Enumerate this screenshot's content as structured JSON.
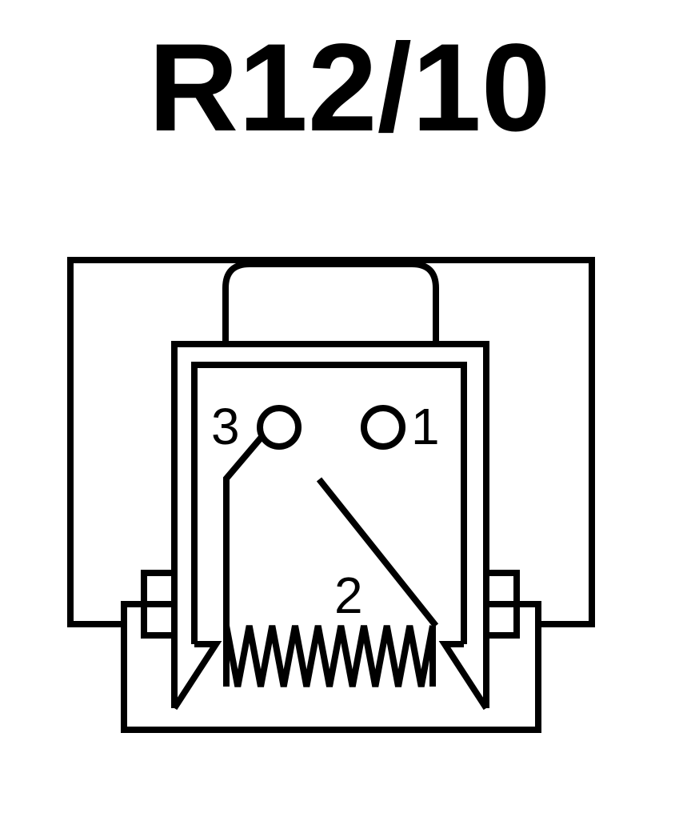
{
  "title": "R12/10",
  "pins": [
    {
      "label": "3"
    },
    {
      "label": "1"
    },
    {
      "label": "2"
    }
  ],
  "colors": {
    "line": "#000000",
    "background": "#ffffff"
  }
}
